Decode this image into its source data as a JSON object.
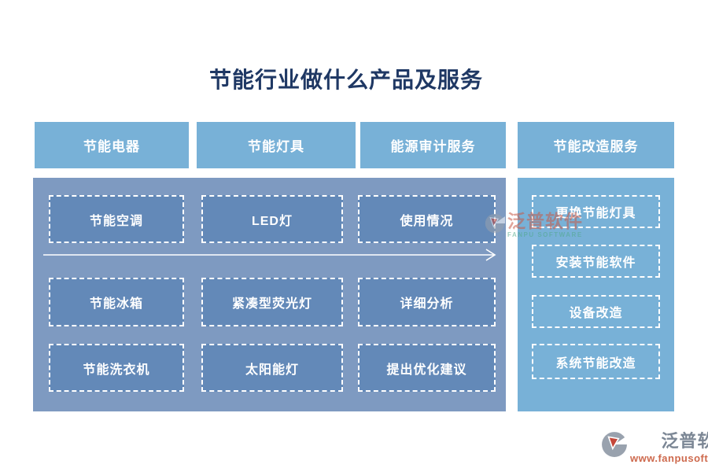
{
  "title": "节能行业做什么产品及服务",
  "columns": [
    {
      "header": "节能电器",
      "items": [
        "节能空调",
        "节能冰箱",
        "节能洗衣机"
      ]
    },
    {
      "header": "节能灯具",
      "items": [
        "LED灯",
        "紧凑型荧光灯",
        "太阳能灯"
      ]
    },
    {
      "header": "能源审计服务",
      "items": [
        "使用情况",
        "详细分析",
        "提出优化建议"
      ]
    },
    {
      "header": "节能改造服务",
      "items": [
        "更换节能灯具",
        "安装节能软件",
        "设备改造",
        "系统节能改造"
      ]
    }
  ],
  "watermark": {
    "brand": "泛普软件",
    "subtitle": "FANPU SOFTWARE"
  },
  "footer": {
    "brand": "泛普软件",
    "url": "www.fanpusoft.com"
  },
  "colors": {
    "title_text": "#1F3864",
    "header_blue": "#78B1D7",
    "left_panel_blue": "#7E9AC1",
    "inner_box_blue": "#6389B8",
    "right_panel_blue": "#78B1D7",
    "box_border_white": "#FFFFFF",
    "footer_brand_gray": "#7C8795",
    "footer_url_orange": "#CE6A4E",
    "logo_red": "#C4473A",
    "logo_gray": "#99A2AE"
  }
}
